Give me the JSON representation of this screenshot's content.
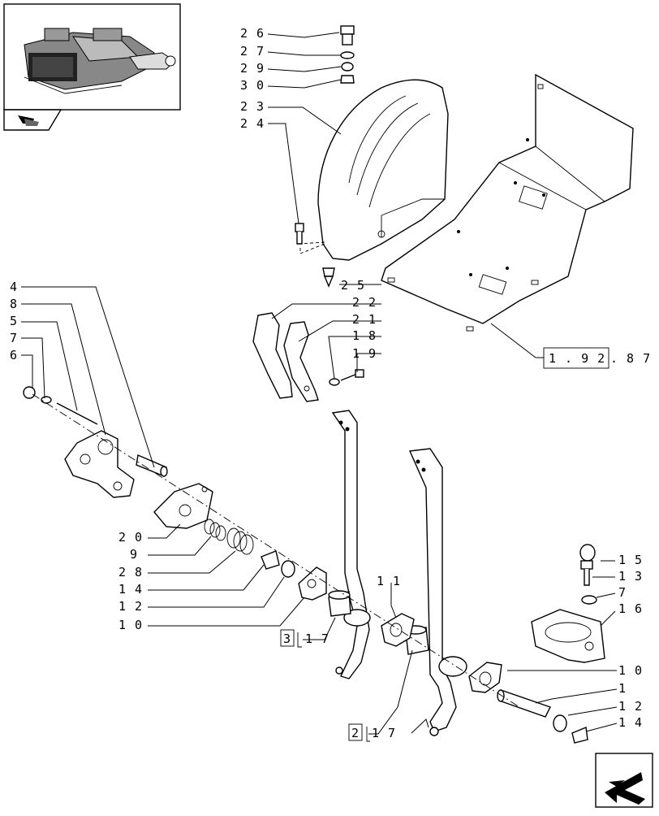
{
  "callouts": {
    "c26": "2 6",
    "c27": "2 7",
    "c29": "2 9",
    "c30": "3 0",
    "c23": "2 3",
    "c24": "2 4",
    "c25": "2 5",
    "c22": "2 2",
    "c21": "2 1",
    "c18": "1 8",
    "c19": "1 9",
    "c4": "4",
    "c8": "8",
    "c5": "5",
    "c7": "7",
    "c6": "6",
    "c20": "2 0",
    "c9": "9",
    "c28": "2 8",
    "c14": "1 4",
    "c12": "1 2",
    "c10": "1 0",
    "c11": "1 1",
    "c17a_box": "3",
    "c17a": "1 7",
    "c17b_box": "2",
    "c17b": "1 7",
    "r15": "1 5",
    "r13": "1 3",
    "r7": "7",
    "r16": "1 6",
    "r10": "1 0",
    "r1": "1",
    "r12": "1 2",
    "r14": "1 4"
  },
  "reference": {
    "boxed": "1 . 9 2",
    "suffix": ". 8 7"
  },
  "icons": [
    "thumbnail-image",
    "view-arrow-icon",
    "navigation-arrow-icon"
  ]
}
